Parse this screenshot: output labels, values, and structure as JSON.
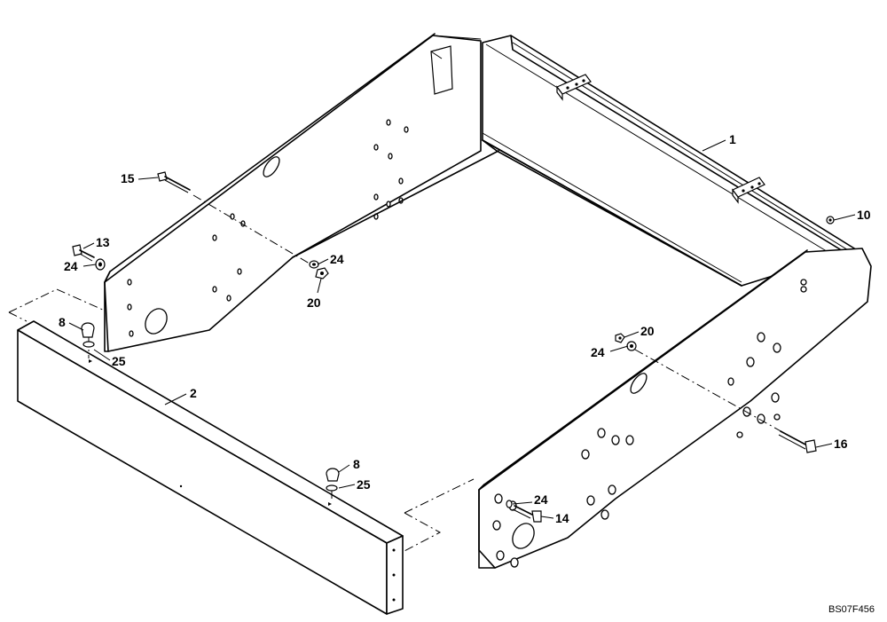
{
  "drawing": {
    "code": "BS07F456",
    "callouts": [
      {
        "id": "c1",
        "label": "1"
      },
      {
        "id": "c2",
        "label": "2"
      },
      {
        "id": "c8a",
        "label": "8"
      },
      {
        "id": "c8b",
        "label": "8"
      },
      {
        "id": "c10",
        "label": "10"
      },
      {
        "id": "c13",
        "label": "13"
      },
      {
        "id": "c14",
        "label": "14"
      },
      {
        "id": "c15",
        "label": "15"
      },
      {
        "id": "c16",
        "label": "16"
      },
      {
        "id": "c20a",
        "label": "20"
      },
      {
        "id": "c20b",
        "label": "20"
      },
      {
        "id": "c24a",
        "label": "24"
      },
      {
        "id": "c24b",
        "label": "24"
      },
      {
        "id": "c24c",
        "label": "24"
      },
      {
        "id": "c24d",
        "label": "24"
      },
      {
        "id": "c25a",
        "label": "25"
      },
      {
        "id": "c25b",
        "label": "25"
      }
    ]
  }
}
